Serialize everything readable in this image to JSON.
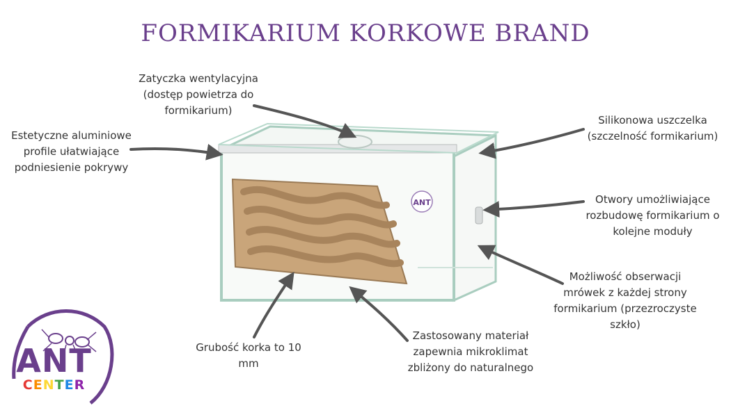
{
  "title": "FORMIKARIUM KORKOWE BRAND",
  "labels": {
    "vent_plug": [
      "Zatyczka wentylacyjna",
      "(dostęp powietrza do",
      "formikarium)"
    ],
    "aluminium": [
      "Estetyczne aluminiowe",
      "profile ułatwiające",
      "podniesienie pokrywy"
    ],
    "seal": [
      "Silikonowa uszczelka",
      "(szczelność formikarium)"
    ],
    "holes": [
      "Otwory umożliwiające",
      "rozbudowę formikarium o",
      "kolejne moduły"
    ],
    "observation": [
      "Możliwość obserwacji",
      "mrówek z każdej strony",
      "formikarium (przezroczyste",
      "szkło)"
    ],
    "material": [
      "Zastosowany materiał",
      "zapewnia mikroklimat",
      "zbliżony do naturalnego"
    ],
    "cork": [
      "Grubość korka to 10",
      "mm"
    ]
  },
  "badge": "ANT",
  "logo": {
    "word1": "ANT",
    "word2_letters": [
      "C",
      "E",
      "N",
      "T",
      "E",
      "R"
    ],
    "word2_colors": [
      "#e53935",
      "#fb8c00",
      "#fdd835",
      "#43a047",
      "#1e88e5",
      "#8e24aa"
    ],
    "ring_color": "#6a3f8c"
  },
  "colors": {
    "title": "#6a3f8c",
    "text": "#333333",
    "arrow": "#555555",
    "cork": "#c9a57a",
    "glass": "#b8d9cc"
  }
}
